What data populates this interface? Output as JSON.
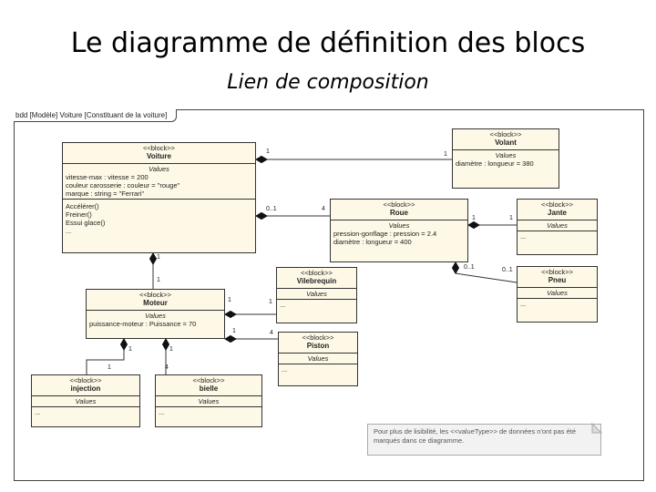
{
  "page": {
    "title": "Le diagramme de définition des blocs",
    "subtitle": "Lien de composition"
  },
  "diagram": {
    "frame_label": "bdd [Modèle] Voiture [Constituant de la voiture]",
    "stereotype": "<<block>>",
    "values_label": "Values",
    "ellipsis": "...",
    "blocks": {
      "voiture": {
        "name": "Voiture",
        "values": [
          "vitesse-max : vitesse = 200",
          "couleur carosserie : couleur = \"rouge\"",
          "marque : string = \"Ferrari\""
        ],
        "operations": [
          "Accélérer()",
          "Freiner()",
          "Essui glace()"
        ]
      },
      "volant": {
        "name": "Volant",
        "values": [
          "diamètre : longueur = 380"
        ]
      },
      "roue": {
        "name": "Roue",
        "values": [
          "pression-gonflage : pression = 2.4",
          "diamètre : longueur = 400"
        ]
      },
      "jante": {
        "name": "Jante"
      },
      "pneu": {
        "name": "Pneu"
      },
      "vilebrequin": {
        "name": "Vilebrequin"
      },
      "moteur": {
        "name": "Moteur",
        "values": [
          "puissance-moteur : Puissance = 70"
        ]
      },
      "piston": {
        "name": "Piston"
      },
      "injection": {
        "name": "injection"
      },
      "bielle": {
        "name": "bielle"
      }
    },
    "multiplicities": {
      "voiture_volant_whole": "1",
      "volant_part": "1",
      "voiture_roue_whole": "0..1",
      "roue_part": "4",
      "roue_jante_whole": "1",
      "jante_part": "1",
      "roue_pneu_whole": "0..1",
      "pneu_part": "0..1",
      "voiture_moteur_whole": "1",
      "moteur_part": "1",
      "moteur_vilebrequin_whole": "1",
      "vilebrequin_part": "1",
      "moteur_piston_whole": "1",
      "piston_part": "4",
      "moteur_injection_whole": "1",
      "injection_part": "1",
      "moteur_bielle_whole": "1",
      "bielle_part": "4"
    },
    "note": "Pour plus de lisibilité, les <<valueType>> de données n'ont pas été marqués dans ce diagramme."
  }
}
